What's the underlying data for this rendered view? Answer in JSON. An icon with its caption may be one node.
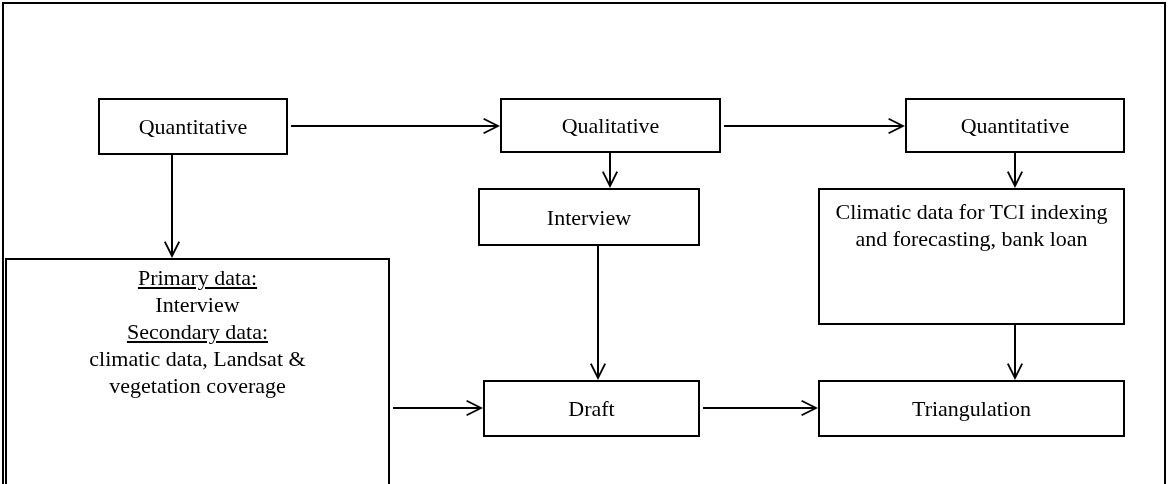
{
  "diagram": {
    "nodes": [
      {
        "text": [
          "Quantitative"
        ]
      },
      {
        "text": [
          "Qualitative"
        ]
      },
      {
        "text": [
          "Quantitative"
        ]
      },
      {
        "text": [
          "Primary data:",
          "Interview",
          "Secondary data:",
          "climatic data, Landsat & vegetation coverage"
        ]
      },
      {
        "text": [
          "Interview"
        ]
      },
      {
        "text": [
          "Climatic data for TCI indexing and forecasting, bank loan"
        ]
      },
      {
        "text": [
          "Draft"
        ]
      },
      {
        "text": [
          "Triangulation"
        ]
      }
    ],
    "edges": [
      {
        "from": 0,
        "to": 1,
        "arrow": "to"
      },
      {
        "from": 1,
        "to": 2,
        "arrow": "to"
      },
      {
        "from": 0,
        "to": 3,
        "arrow": "to"
      },
      {
        "from": 1,
        "to": 4,
        "arrow": "to"
      },
      {
        "from": 2,
        "to": 5,
        "arrow": "to"
      },
      {
        "from": 4,
        "to": 6,
        "arrow": "to"
      },
      {
        "from": 5,
        "to": 7,
        "arrow": "to"
      },
      {
        "from": 3,
        "to": 6,
        "arrow": "to"
      },
      {
        "from": 6,
        "to": 7,
        "arrow": "to"
      }
    ]
  }
}
